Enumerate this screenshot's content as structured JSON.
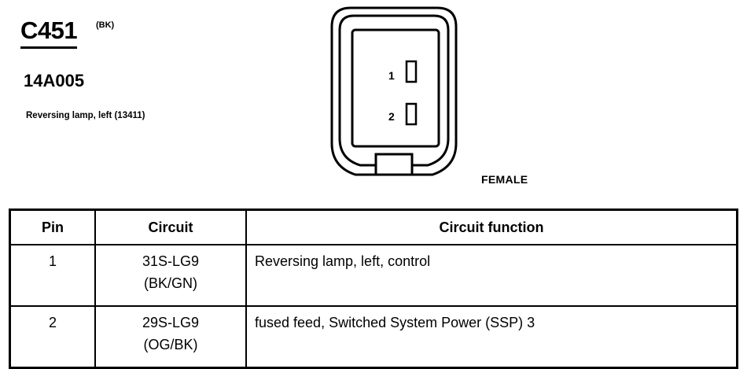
{
  "connector": {
    "id": "C451",
    "color": "(BK)",
    "part_number": "14A005",
    "description": "Reversing lamp, left (13411)",
    "gender": "FEMALE",
    "pin_labels": [
      "1",
      "2"
    ]
  },
  "table": {
    "headers": [
      "Pin",
      "Circuit",
      "Circuit function"
    ],
    "rows": [
      {
        "pin": "1",
        "circuit": "31S-LG9",
        "wire": "(BK/GN)",
        "function": "Reversing lamp, left, control"
      },
      {
        "pin": "2",
        "circuit": "29S-LG9",
        "wire": "(OG/BK)",
        "function": "fused feed, Switched System Power (SSP) 3"
      }
    ]
  }
}
